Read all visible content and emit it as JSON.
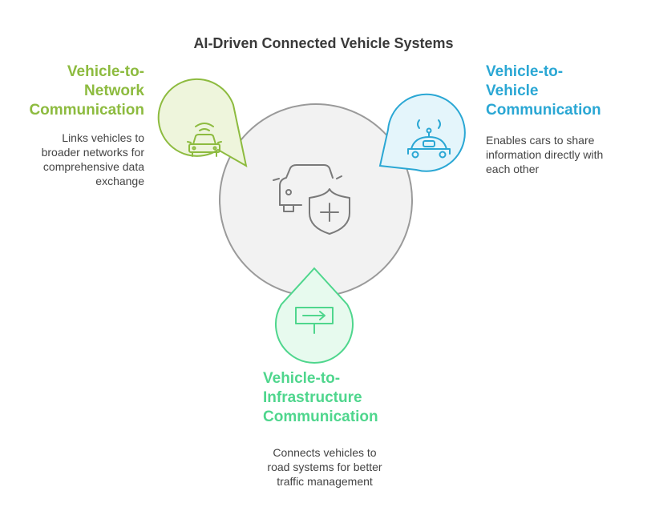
{
  "title": "AI-Driven Connected Vehicle Systems",
  "colors": {
    "network": "#8dbb3f",
    "vehicle": "#2aa7d4",
    "infrastructure": "#4fd68d",
    "hub_fill": "#f2f2f2",
    "hub_stroke": "#9a9a9a"
  },
  "center": {
    "icon": "car-shield-icon"
  },
  "nodes": [
    {
      "id": "v2n",
      "icon": "car-signal-icon",
      "heading_lines": [
        "Vehicle-to-",
        "Network",
        "Communication"
      ],
      "desc_lines": [
        "Links vehicles to",
        "broader networks for",
        "comprehensive data",
        "exchange"
      ]
    },
    {
      "id": "v2v",
      "icon": "autonomous-car-icon",
      "heading_lines": [
        "Vehicle-to-",
        "Vehicle",
        "Communication"
      ],
      "desc_lines": [
        "Enables cars to share",
        "information directly with",
        "each other"
      ]
    },
    {
      "id": "v2i",
      "icon": "road-sign-icon",
      "heading_lines": [
        "Vehicle-to-",
        "Infrastructure",
        "Communication"
      ],
      "desc_lines": [
        "Connects vehicles to",
        "road systems for better",
        "traffic management"
      ]
    }
  ]
}
